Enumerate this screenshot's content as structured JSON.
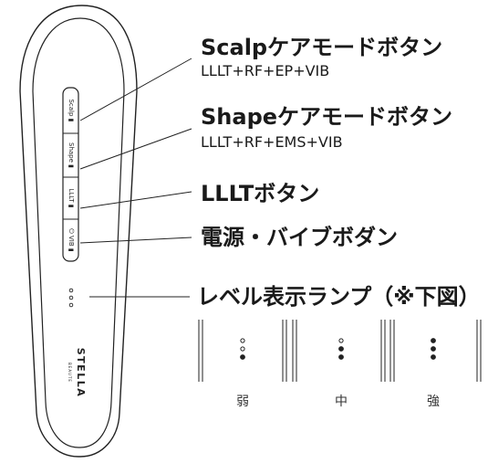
{
  "device": {
    "buttons": [
      "Scalp ▮",
      "Shape ▮",
      "LLLT ▮",
      "⏻ VIB ▮"
    ],
    "brand": "STELLA",
    "brand_sub": "BEAUTE"
  },
  "callouts": [
    {
      "title": "Scalpケアモードボタン",
      "sub": "LLLT+RF+EP+VIB"
    },
    {
      "title": "Shapeケアモードボタン",
      "sub": "LLLT+RF+EMS+VIB"
    },
    {
      "title": "LLLTボタン"
    },
    {
      "title": "電源・バイブボダン"
    },
    {
      "title": "レベル表示ランプ（※下図）"
    }
  ],
  "levels": [
    {
      "label": "弱",
      "dots_filled": [
        false,
        false,
        true
      ]
    },
    {
      "label": "中",
      "dots_filled": [
        false,
        true,
        true
      ]
    },
    {
      "label": "強",
      "dots_filled": [
        true,
        true,
        true
      ]
    }
  ]
}
